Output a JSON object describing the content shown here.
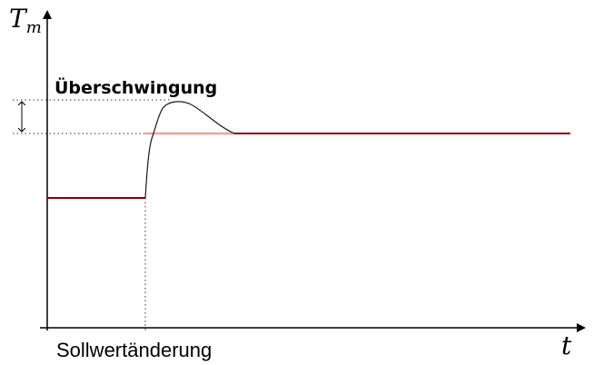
{
  "labels": {
    "y_axis": "T",
    "y_axis_sub": "m",
    "x_axis": "t",
    "overshoot": "Überschwingung",
    "setpoint_change": "Sollwertänderung"
  },
  "colors": {
    "axis": "#000000",
    "setpoint_before": "#8b0000",
    "setpoint_after": "#f4a0a0",
    "response": "#1a1a1a",
    "steady_state": "#8b0000",
    "guide": "#333333"
  }
}
